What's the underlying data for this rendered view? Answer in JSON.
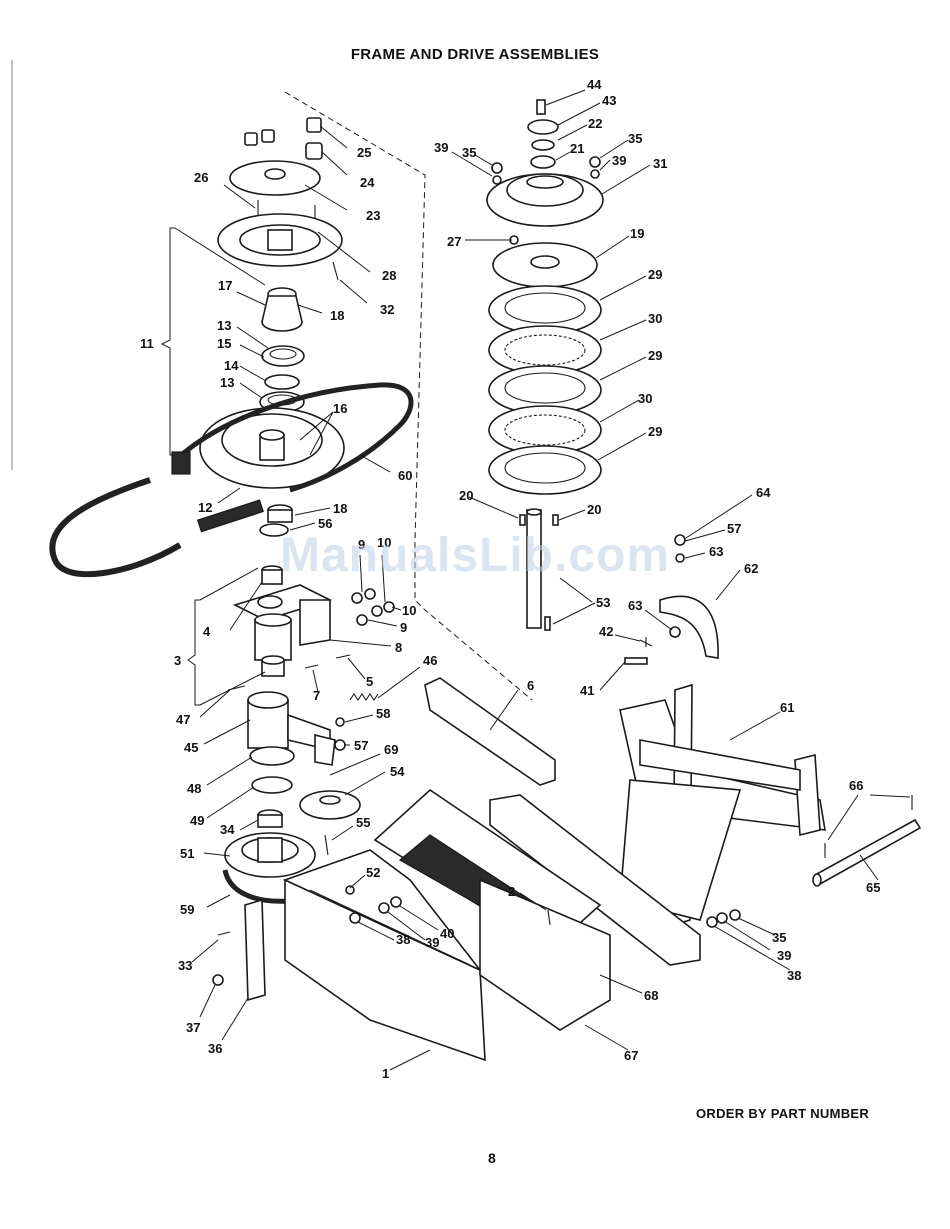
{
  "title": "FRAME AND DRIVE ASSEMBLIES",
  "footer_note": "ORDER BY PART NUMBER",
  "page_number": "8",
  "watermark": "ManualsLib.com",
  "callouts": {
    "c1": "1",
    "c2": "2",
    "c3": "3",
    "c4": "4",
    "c5": "5",
    "c6": "6",
    "c7": "7",
    "c8": "8",
    "c9a": "9",
    "c9b": "9",
    "c10a": "10",
    "c10b": "10",
    "c11": "11",
    "c12": "12",
    "c13a": "13",
    "c13b": "13",
    "c14": "14",
    "c15": "15",
    "c16": "16",
    "c17": "17",
    "c18a": "18",
    "c18b": "18",
    "c19": "19",
    "c20a": "20",
    "c20b": "20",
    "c21": "21",
    "c22": "22",
    "c23": "23",
    "c24": "24",
    "c25": "25",
    "c26": "26",
    "c27": "27",
    "c28": "28",
    "c29a": "29",
    "c29b": "29",
    "c29c": "29",
    "c30a": "30",
    "c30b": "30",
    "c31": "31",
    "c32": "32",
    "c33": "33",
    "c34": "34",
    "c35a": "35",
    "c35b": "35",
    "c35c": "35",
    "c36": "36",
    "c37": "37",
    "c38a": "38",
    "c38b": "38",
    "c39a": "39",
    "c39b": "39",
    "c39c": "39",
    "c39d": "39",
    "c40": "40",
    "c41": "41",
    "c42": "42",
    "c43": "43",
    "c44": "44",
    "c45": "45",
    "c46": "46",
    "c47": "47",
    "c48": "48",
    "c49": "49",
    "c51": "51",
    "c52": "52",
    "c53": "53",
    "c54": "54",
    "c55": "55",
    "c56": "56",
    "c57a": "57",
    "c57b": "57",
    "c58": "58",
    "c59": "59",
    "c60": "60",
    "c61": "61",
    "c62": "62",
    "c63a": "63",
    "c63b": "63",
    "c64": "64",
    "c65": "65",
    "c66": "66",
    "c67": "67",
    "c68": "68",
    "c69": "69"
  }
}
